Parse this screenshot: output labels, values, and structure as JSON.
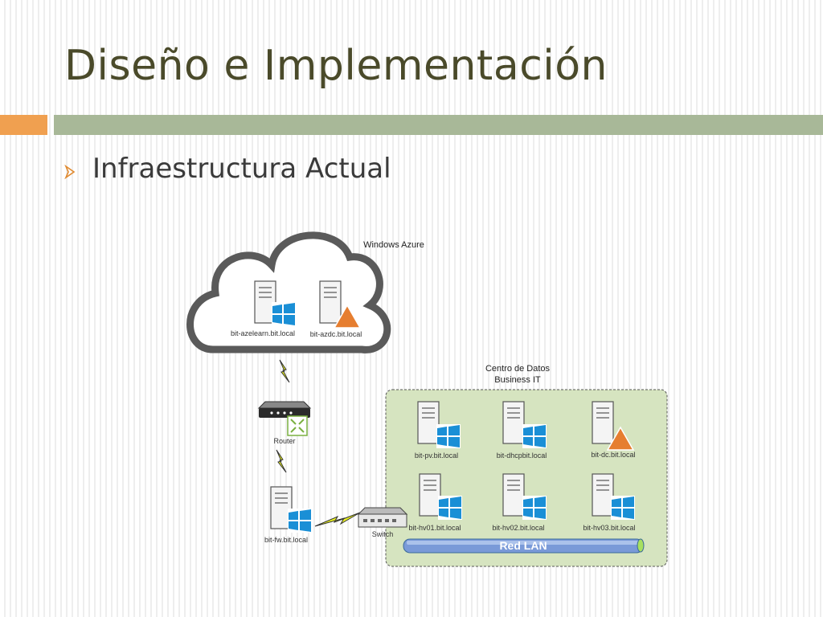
{
  "slide": {
    "title": "Diseño e Implementación",
    "bullet": "Infraestructura Actual"
  },
  "diagram": {
    "cloud_label": "Windows Azure",
    "datacenter_label_line1": "Centro de Datos",
    "datacenter_label_line2": "Business IT",
    "router_label": "Router",
    "switch_label": "Switch",
    "lan_label": "Red LAN",
    "servers": {
      "azelearn": "bit-azelearn.bit.local",
      "azdc": "bit-azdc.bit.local",
      "fw": "bit-fw.bit.local",
      "pv": "bit-pv.bit.local",
      "dhcp": "bit-dhcpbit.local",
      "dc": "bit-dc.bit.local",
      "hv01": "bit-hv01.bit.local",
      "hv02": "bit-hv02.bit.local",
      "hv03": "bit-hv03.bit.local"
    }
  },
  "colors": {
    "title": "#4a4a2a",
    "accent_orange": "#f0a050",
    "accent_green": "#a8b898",
    "datacenter_fill": "#d6e4c0",
    "windows_blue": "#1a8fd6",
    "triangle_orange": "#e67e30",
    "lan_pipe": "#7a9ad8"
  },
  "icons": [
    "windows-logo-icon",
    "warning-triangle-icon",
    "server-tower-icon",
    "router-icon",
    "switch-icon",
    "lightning-link-icon",
    "bullet-arrow-icon"
  ]
}
